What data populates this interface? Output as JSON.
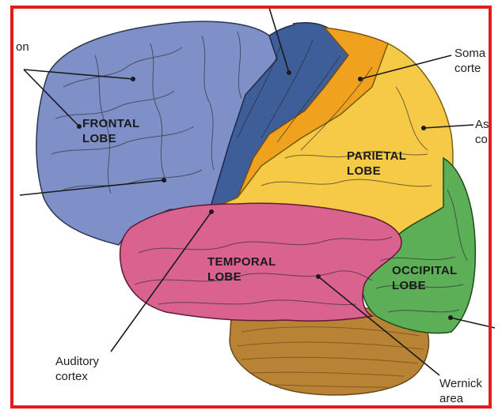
{
  "lobes": {
    "frontal": [
      "FRONTAL",
      "LOBE"
    ],
    "parietal": [
      "PARIETAL",
      "LOBE"
    ],
    "temporal": [
      "TEMPORAL",
      "LOBE"
    ],
    "occipital": [
      "OCCIPITAL",
      "LOBE"
    ]
  },
  "labels": {
    "top_left": "on",
    "somatic_line1": "Soma",
    "somatic_line2": "corte",
    "assoc_line1": "As",
    "assoc_line2": "co",
    "auditory_line1": "Auditory",
    "auditory_line2": "cortex",
    "wernicke_line1": "Wernick",
    "wernicke_line2": "area"
  },
  "colors": {
    "frame": "#e21b1b",
    "frontal": "#7f90c9",
    "motor": "#3e5e9a",
    "somatosensory": "#f0a21e",
    "parietal": "#f6c947",
    "temporal": "#d9628f",
    "occipital": "#5cae57",
    "cerebellum": "#b88334"
  }
}
